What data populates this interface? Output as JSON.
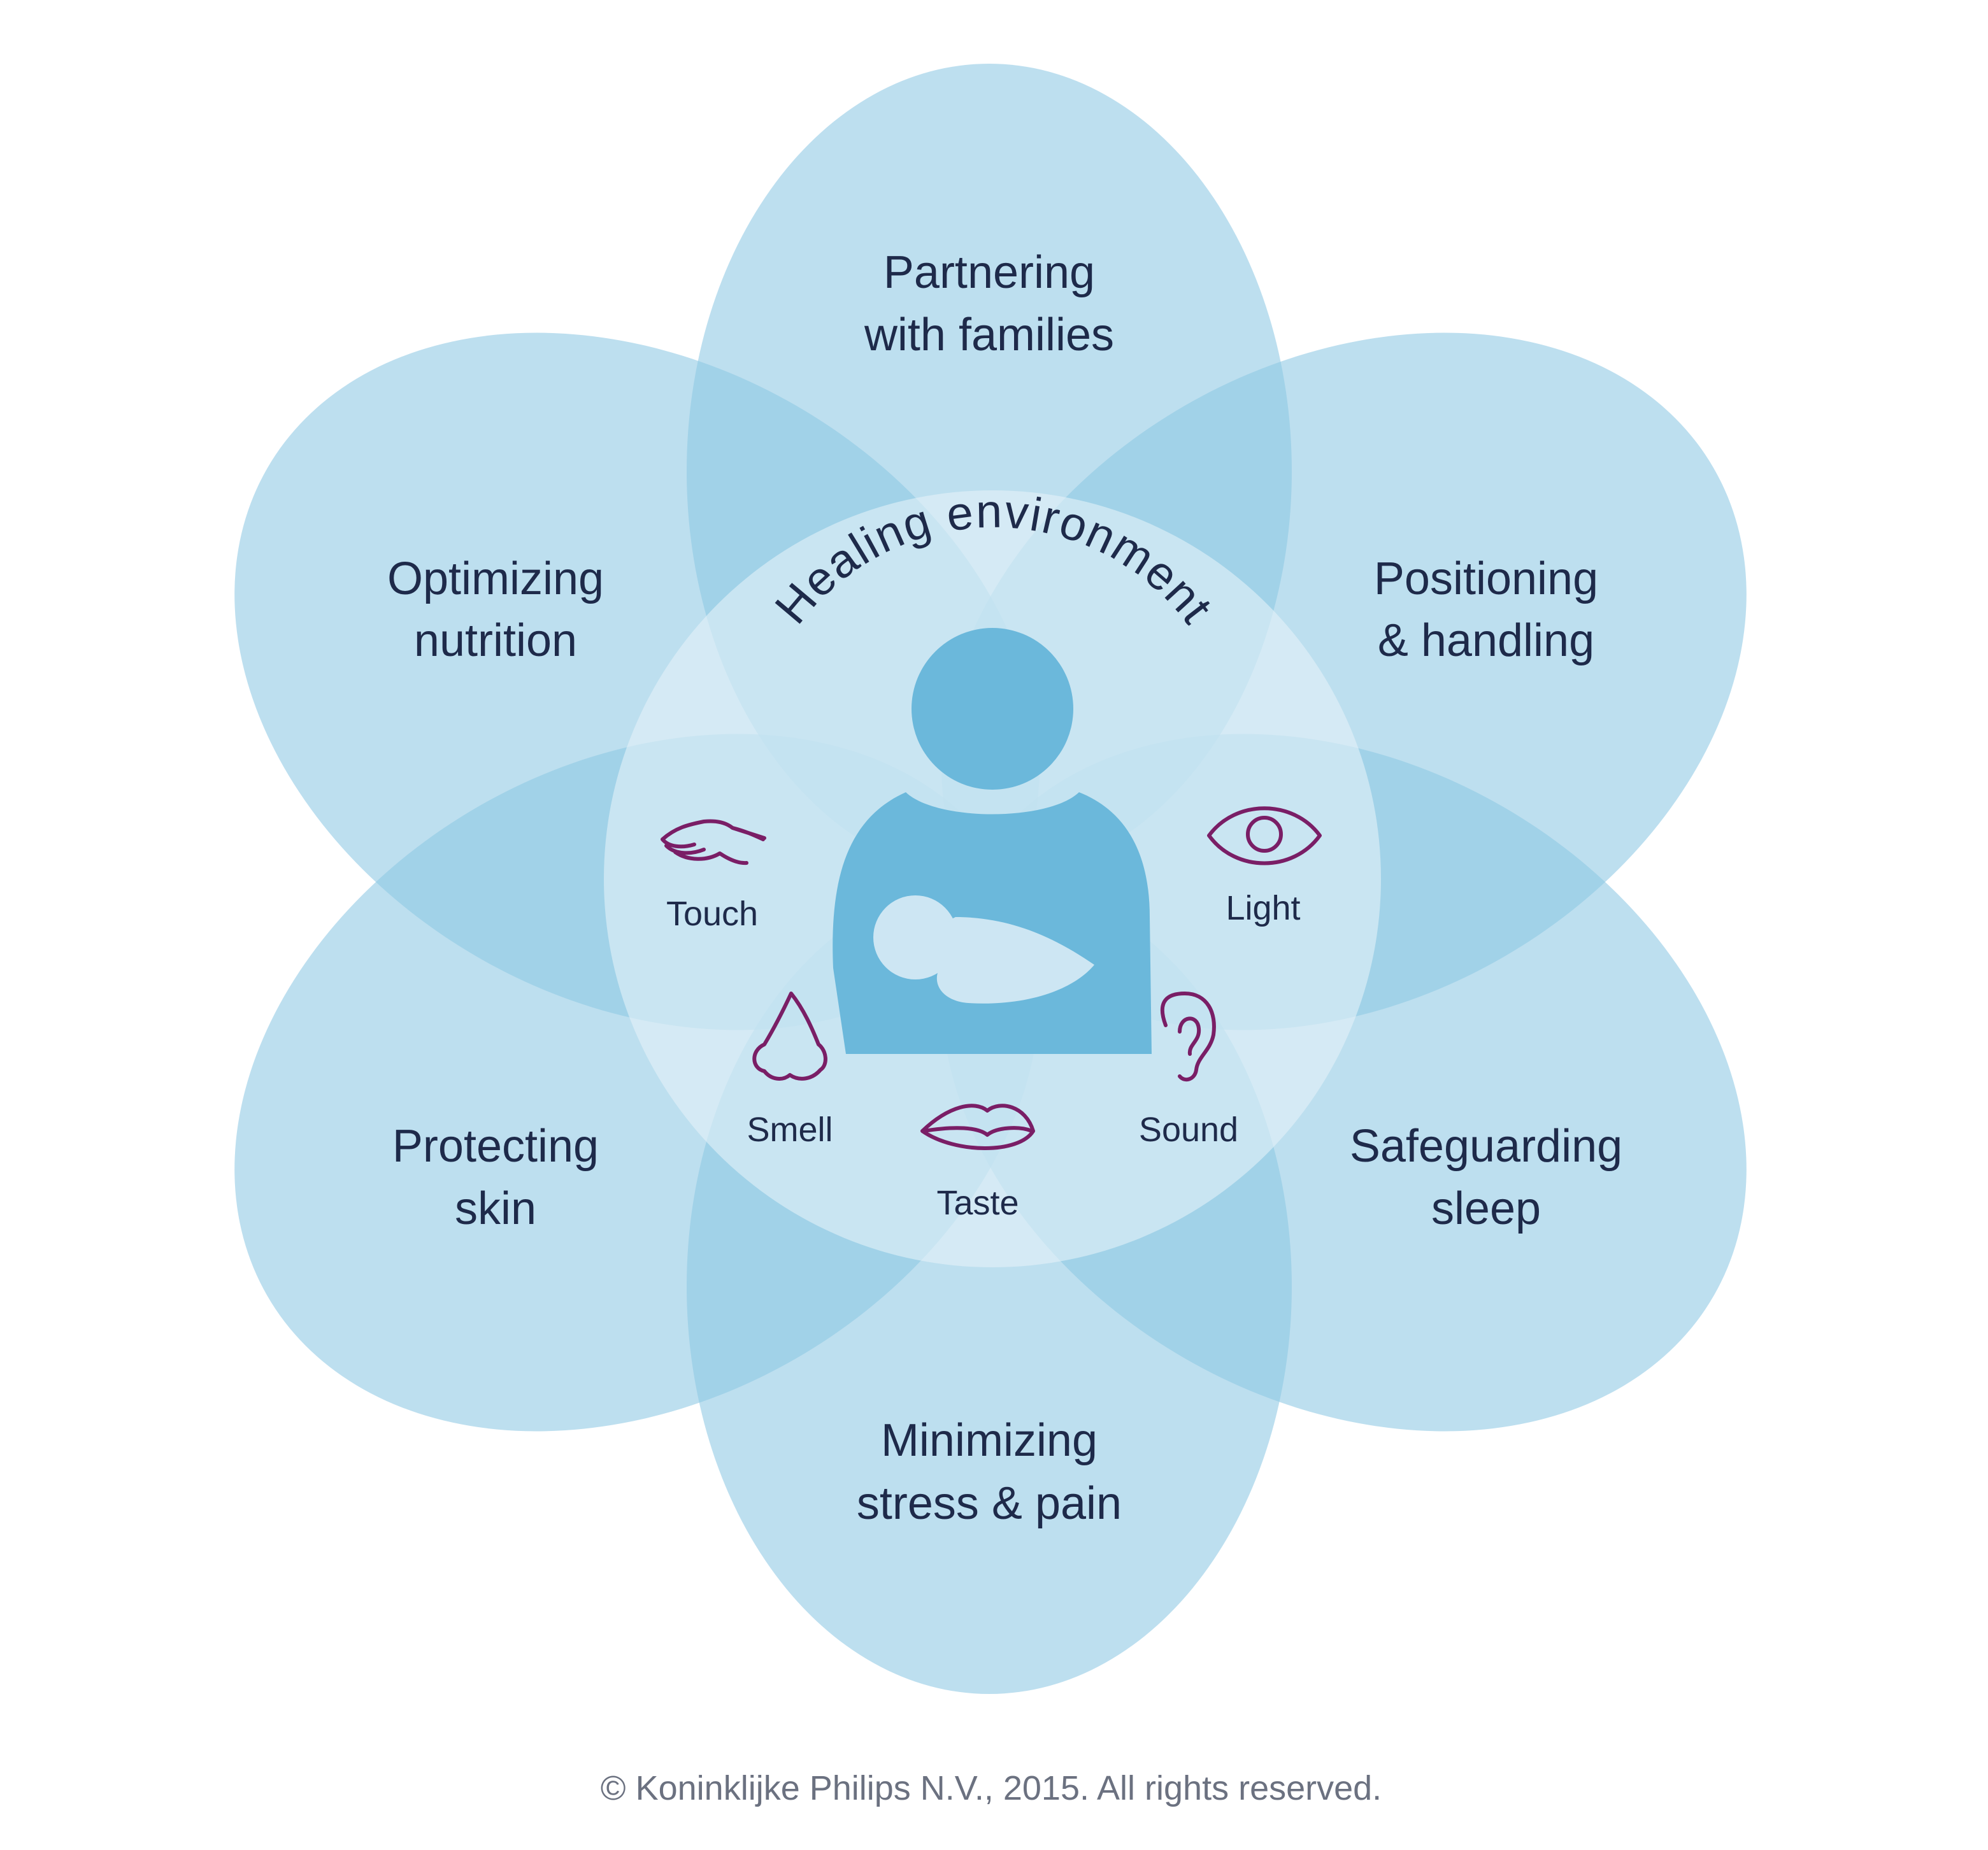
{
  "center": {
    "title": "Healing environment"
  },
  "petals": {
    "top": {
      "line1": "Partnering",
      "line2": "with families"
    },
    "upper_left": {
      "line1": "Optimizing",
      "line2": "nutrition"
    },
    "upper_right": {
      "line1": "Positioning",
      "line2": "& handling"
    },
    "lower_left": {
      "line1": "Protecting",
      "line2": "skin"
    },
    "lower_right": {
      "line1": "Safeguarding",
      "line2": "sleep"
    },
    "bottom": {
      "line1": "Minimizing",
      "line2": "stress & pain"
    }
  },
  "senses": {
    "touch": "Touch",
    "light": "Light",
    "smell": "Smell",
    "taste": "Taste",
    "sound": "Sound"
  },
  "icons": {
    "caregiver": "caregiver-holding-baby-icon",
    "touch": "hand-icon",
    "light": "eye-icon",
    "smell": "nose-icon",
    "taste": "lips-icon",
    "sound": "ear-icon"
  },
  "colors": {
    "petal": "#8ec8e3",
    "petal_overlap": "#8cc5e2",
    "center_circle": "#d5ebf5",
    "caregiver": "#6bb8db",
    "sense_icon": "#7a1e66",
    "text": "#1e2a4a"
  },
  "footer": {
    "copyright": "© Koninklijke Philips N.V., 2015. All rights reserved."
  }
}
